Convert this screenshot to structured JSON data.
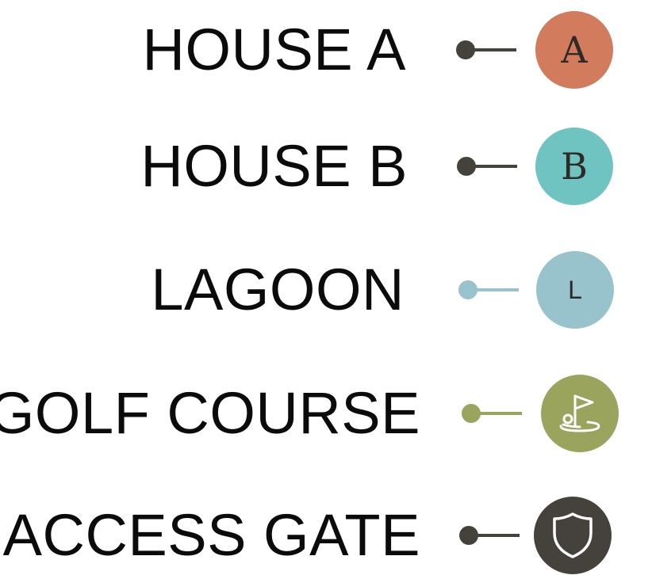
{
  "legend": {
    "items": [
      {
        "label": "HOUSE A",
        "badge_text": "A",
        "badge_color": "#d37b5d",
        "badge_text_color": "#2e2a26",
        "connector_color": "#45423c",
        "icon": "letter-a-icon"
      },
      {
        "label": "HOUSE B",
        "badge_text": "B",
        "badge_color": "#6fc4c1",
        "badge_text_color": "#2e2a26",
        "connector_color": "#45423c",
        "icon": "letter-b-icon"
      },
      {
        "label": "LAGOON",
        "badge_text": "L",
        "badge_color": "#98c2cc",
        "badge_text_color": "#2e2a26",
        "connector_color": "#98c2cc",
        "icon": "letter-l-icon"
      },
      {
        "label": "GOLF COURSE",
        "badge_text": "",
        "badge_color": "#9ba45c",
        "badge_text_color": "#ffffff",
        "connector_color": "#9ba45c",
        "icon": "golf-flag-icon"
      },
      {
        "label": "ACCESS GATE",
        "badge_text": "",
        "badge_color": "#45423c",
        "badge_text_color": "#ffffff",
        "connector_color": "#45423c",
        "icon": "shield-icon"
      }
    ]
  }
}
